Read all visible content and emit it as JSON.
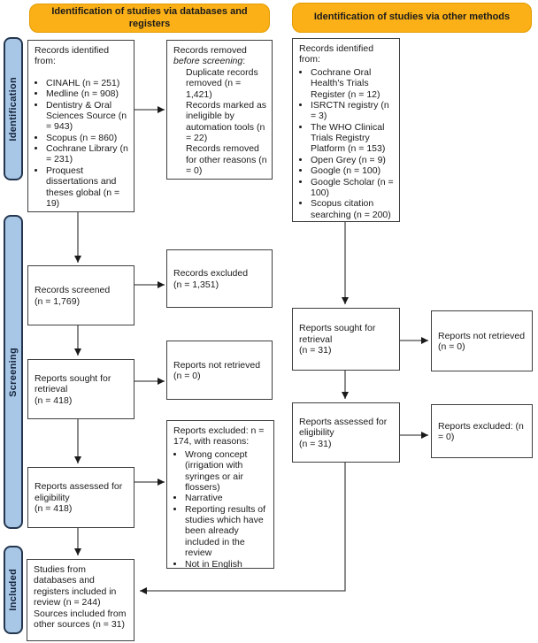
{
  "colors": {
    "header_bg": "#FBB017",
    "header_border": "#E29B00",
    "stage_bg": "#A8C7E7",
    "stage_border": "#24364F",
    "box_border": "#3F3F3F",
    "arrow": "#1A1A1A"
  },
  "headers": {
    "databases": "Identification of studies via databases and registers",
    "other_methods": "Identification of studies via other methods"
  },
  "stages": {
    "identification": "Identification",
    "screening": "Screening",
    "included": "Included"
  },
  "left_flow": {
    "records_identified": {
      "intro": "Records identified from:",
      "items": [
        "CINAHL (n = 251)",
        "Medline (n = 908)",
        "Dentistry & Oral Sciences Source (n = 943)",
        "Scopus (n = 860)",
        "Cochrane Library (n = 231)",
        "Proquest dissertations and theses global (n = 19)"
      ]
    },
    "records_removed": {
      "prefix": "Records removed ",
      "italic": "before screening",
      "suffix": ":",
      "items": [
        "Duplicate records removed (n = 1,421)",
        "Records marked as ineligible by automation tools (n = 22)",
        "Records removed for other reasons (n = 0)"
      ]
    },
    "records_screened": "Records screened\n(n = 1,769)",
    "records_excluded": "Records excluded\n(n = 1,351)",
    "reports_sought": "Reports sought for retrieval\n(n = 418)",
    "reports_not_retrieved": "Reports not retrieved\n(n = 0)",
    "reports_assessed": "Reports assessed for eligibility\n(n = 418)",
    "reports_excluded": {
      "intro": "Reports excluded: n = 174, with reasons:",
      "items": [
        "Wrong concept (irrigation with syringes or air flossers)",
        "Narrative",
        "Reporting results of studies which have been already included in the review",
        "Not in English"
      ]
    },
    "included_studies": "Studies from databases and registers included in review (n = 244)\nSources included from other sources (n = 31)"
  },
  "right_flow": {
    "records_identified": {
      "intro": "Records identified from:",
      "items": [
        "Cochrane Oral Health's Trials Register (n = 12)",
        "ISRCTN registry (n = 3)",
        "The WHO Clinical Trials Registry Platform (n = 153)",
        "Open Grey (n = 9)",
        "Google (n = 100)",
        "Google Scholar (n = 100)",
        "Scopus citation searching (n = 200)"
      ]
    },
    "reports_sought": "Reports sought for retrieval\n(n = 31)",
    "reports_not_retrieved": "Reports not retrieved\n(n = 0)",
    "reports_assessed": "Reports assessed for eligibility\n(n = 31)",
    "reports_excluded": "Reports excluded: (n = 0)"
  }
}
